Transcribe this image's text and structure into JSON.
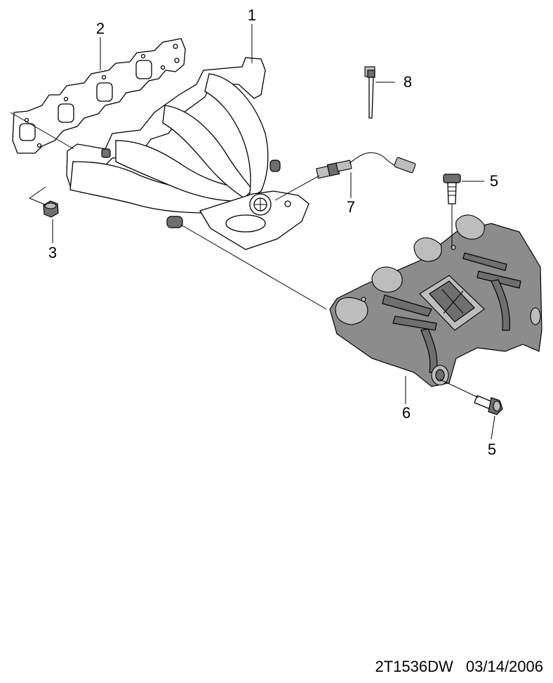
{
  "callouts": {
    "part1": "1",
    "part2": "2",
    "part3": "3",
    "part5_top": "5",
    "part5_bottom": "5",
    "part6": "6",
    "part7": "7",
    "part8": "8"
  },
  "footer": {
    "diagram_code": "2T1536DW",
    "date": "03/14/2006"
  }
}
